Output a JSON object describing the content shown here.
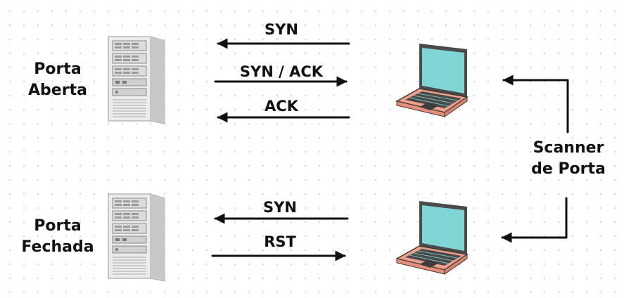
{
  "open_port": {
    "label_line1": "Porta",
    "label_line2": "Aberta",
    "messages": [
      {
        "text": "SYN",
        "direction": "to-server"
      },
      {
        "text": "SYN / ACK",
        "direction": "to-client"
      },
      {
        "text": "ACK",
        "direction": "to-server"
      }
    ]
  },
  "closed_port": {
    "label_line1": "Porta",
    "label_line2": "Fechada",
    "messages": [
      {
        "text": "SYN",
        "direction": "to-server"
      },
      {
        "text": "RST",
        "direction": "to-client"
      }
    ]
  },
  "scanner": {
    "label_line1": "Scanner",
    "label_line2": "de Porta"
  },
  "colors": {
    "laptop_screen": "#7fd6d4",
    "laptop_body": "#f0a08a",
    "server_body": "#e4e4e4",
    "arrow": "#111111"
  }
}
